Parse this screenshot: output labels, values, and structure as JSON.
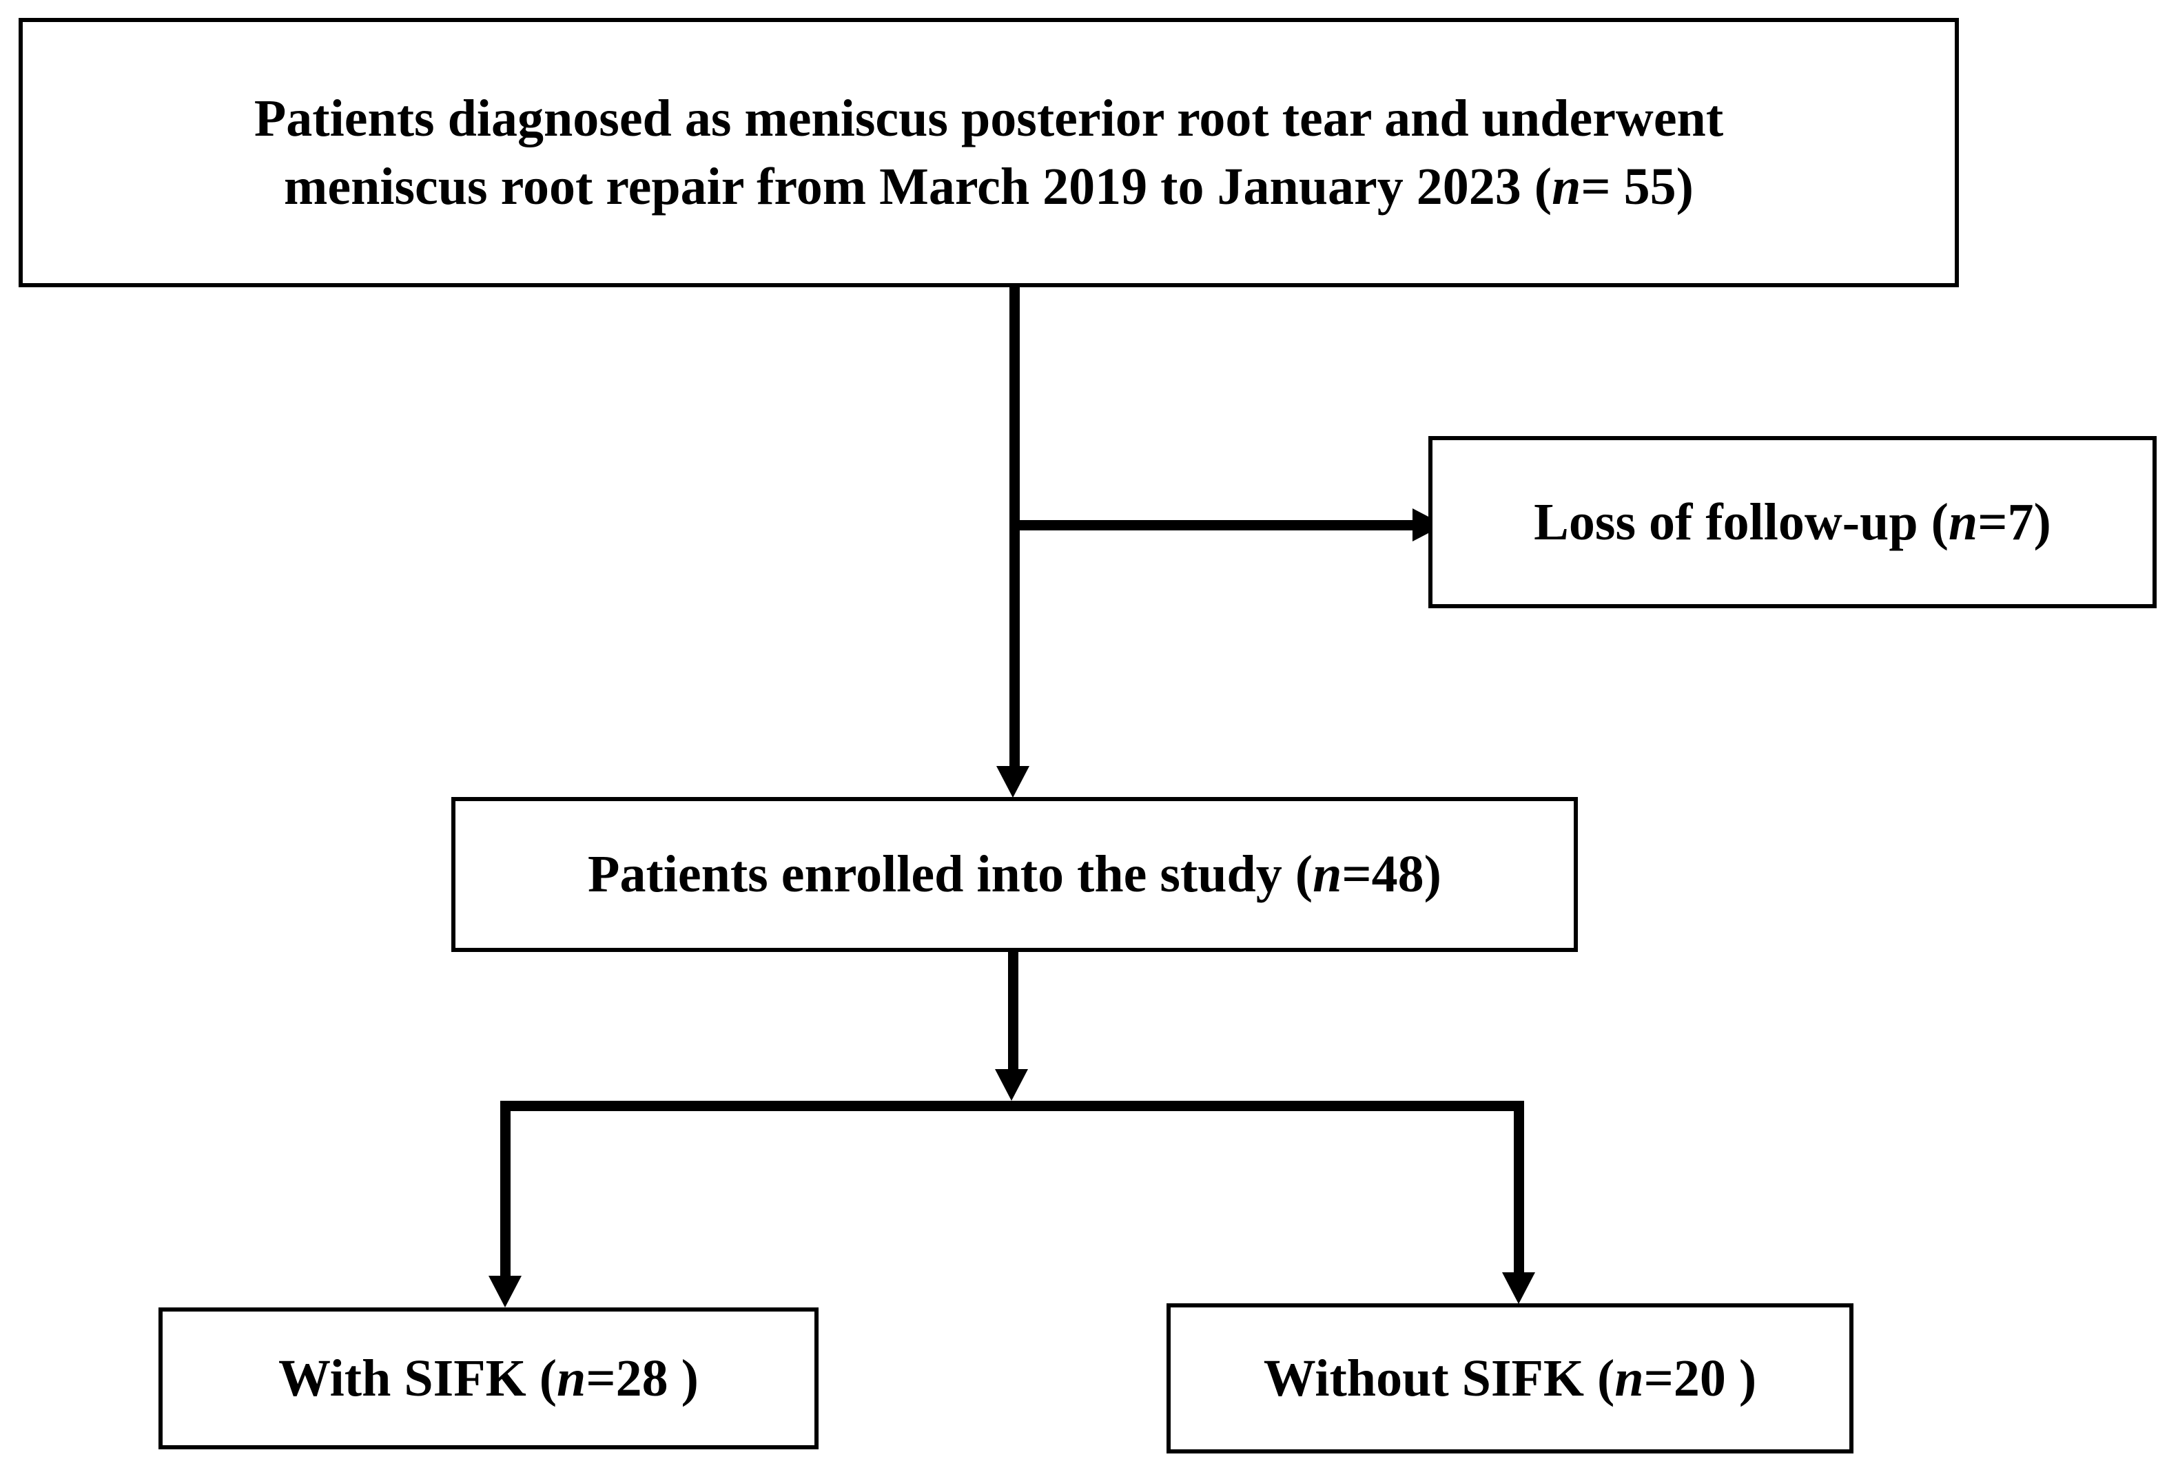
{
  "diagram": {
    "type": "study-flow-chart",
    "title": "Patient enrollment flow diagram",
    "stroke_color": "#000000",
    "background_color": "#ffffff",
    "nodes": {
      "top": {
        "id": "diagnosed-and-repaired",
        "text_line1": "Patients diagnosed as meniscus posterior root tear and underwent",
        "text_line2_prefix": "meniscus root repair from March 2019 to January 2023 (",
        "text_line2_italic": "n",
        "text_line2_suffix": "= 55)",
        "n": 55
      },
      "loss": {
        "id": "loss-of-follow-up",
        "text_prefix": "Loss of follow-up (",
        "text_italic": "n",
        "text_suffix": "=7)",
        "n": 7
      },
      "enrolled": {
        "id": "patients-enrolled",
        "text_prefix": "Patients enrolled into the study (",
        "text_italic": "n",
        "text_suffix": "=48)",
        "n": 48
      },
      "with_sifk": {
        "id": "with-sifk",
        "text_prefix": "With SIFK (",
        "text_italic": "n",
        "text_suffix": "=28 )",
        "n": 28
      },
      "without_sifk": {
        "id": "without-sifk",
        "text_prefix": "Without SIFK (",
        "text_italic": "n",
        "text_suffix": "=20 )",
        "n": 20
      }
    },
    "edges": [
      {
        "from": "top",
        "to": "enrolled",
        "kind": "arrow-down"
      },
      {
        "from": "top",
        "to": "loss",
        "kind": "arrow-right"
      },
      {
        "from": "enrolled",
        "to": "with_sifk",
        "kind": "split-arrow-down"
      },
      {
        "from": "enrolled",
        "to": "without_sifk",
        "kind": "split-arrow-down"
      }
    ]
  }
}
